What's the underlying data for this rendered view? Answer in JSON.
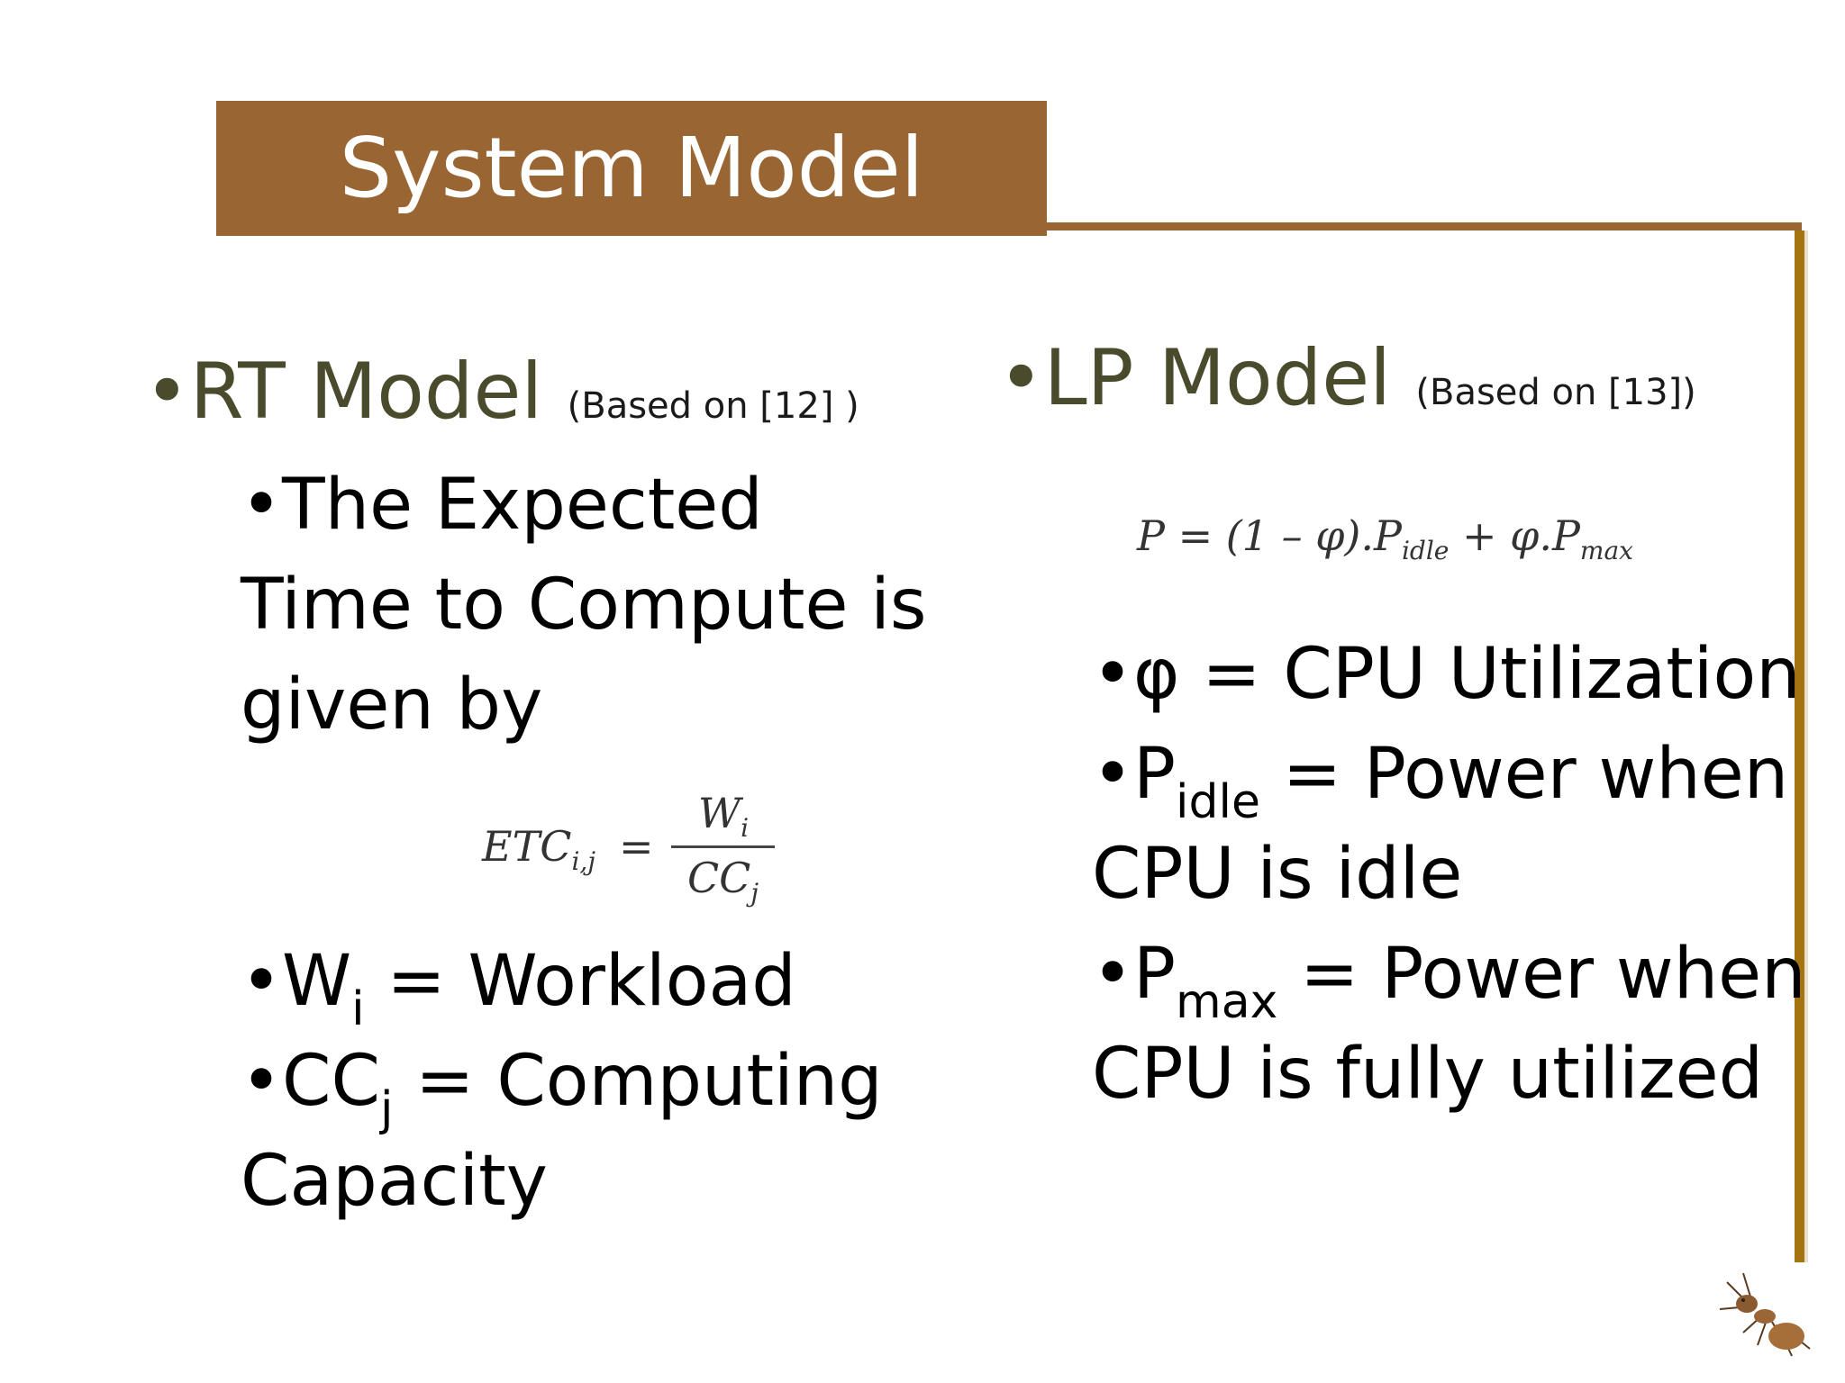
{
  "title": "System Model",
  "left": {
    "heading": "•RT Model",
    "ref": "(Based on [12] )",
    "intro": [
      "•The Expected",
      "Time to Compute is",
      "given by"
    ],
    "formula": {
      "lhs": "ETC",
      "lhs_sub": "i,j",
      "eq": "=",
      "num": "W",
      "num_sub": "i",
      "den": "CC",
      "den_sub": "j"
    },
    "defs": [
      {
        "prefix": "•W",
        "sub": "i",
        "text": " = Workload"
      },
      {
        "prefix": "•CC",
        "sub": "j",
        "text": " = Computing"
      }
    ],
    "defs_tail": "Capacity"
  },
  "right": {
    "heading": "•LP Model",
    "ref": "(Based on [13])",
    "formula": {
      "a": "P = (1 – φ).P",
      "a_sub": "idle",
      "b": " + φ.P",
      "b_sub": "max"
    },
    "defs": [
      {
        "line1": "•φ = CPU Utilization"
      },
      {
        "prefix": "•P",
        "sub": "idle",
        "text": " = Power when",
        "line2": "CPU is idle"
      },
      {
        "prefix": "•P",
        "sub": "max",
        "text": " = Power when",
        "line2": "CPU is fully utilized"
      }
    ]
  },
  "colors": {
    "title_bar": "#996633",
    "frame": "#a5730f",
    "heading": "#4a4a2d"
  },
  "icons": {
    "logo": "ant-icon"
  }
}
